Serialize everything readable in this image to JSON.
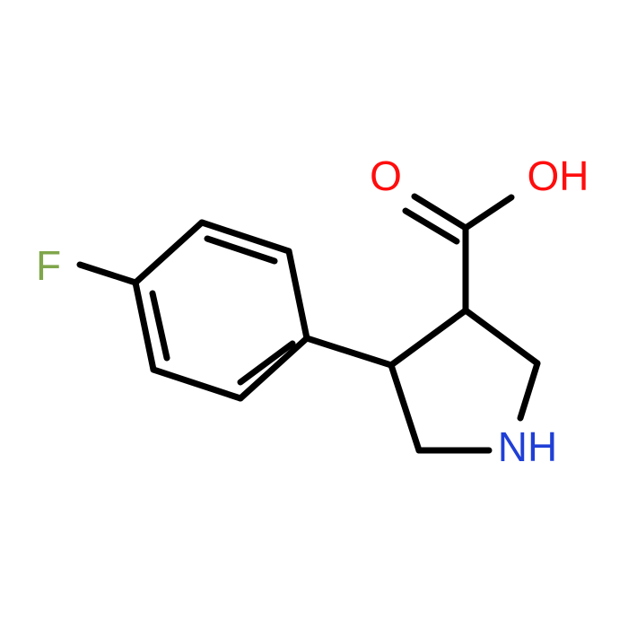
{
  "molecule": {
    "atom_labels": {
      "fluorine": "F",
      "carbonyl_oxygen": "O",
      "hydroxyl": "OH",
      "amine": "NH"
    },
    "colors": {
      "bond": "#000000",
      "fluorine": "#7fa64b",
      "oxygen": "#ff0d0d",
      "nitrogen": "#1f3fd6"
    }
  }
}
